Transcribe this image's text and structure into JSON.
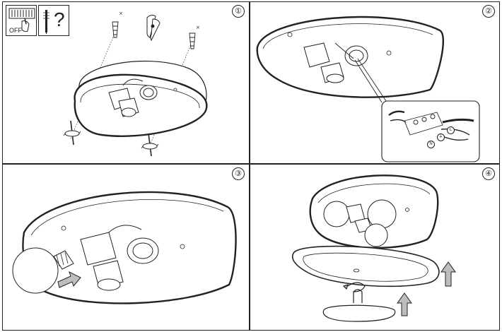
{
  "steps": [
    "①",
    "②",
    "③",
    "④"
  ],
  "icons": {
    "switch_off_label": "OFF",
    "tools_question": "?"
  },
  "wiring": {
    "terminal_live": "L",
    "terminal_earth": "⏚",
    "terminal_neutral": "N"
  },
  "colors": {
    "line": "#222222",
    "arrow_fill": "#bdbdbd",
    "shade_fill": "#f7f7f7"
  }
}
